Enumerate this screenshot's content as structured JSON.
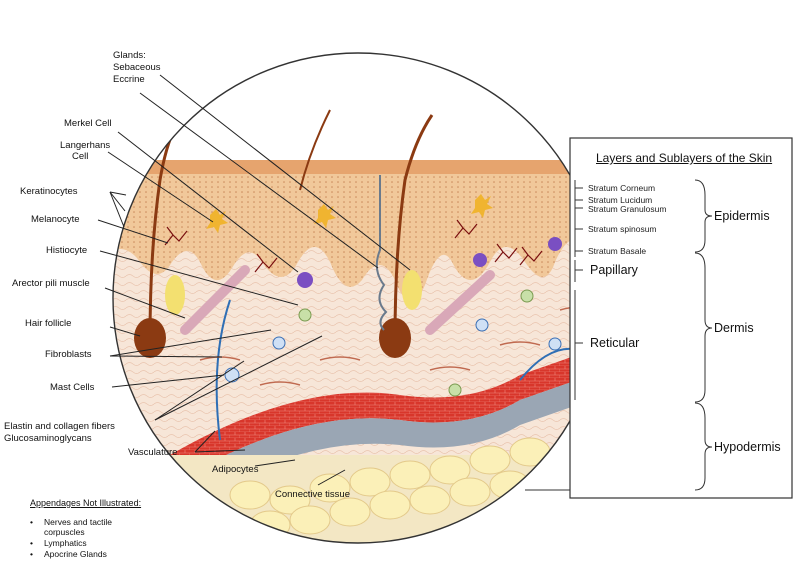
{
  "left_labels": {
    "glands": [
      "Glands:",
      "Sebaceous",
      "Eccrine"
    ],
    "merkel": "Merkel Cell",
    "langerhans": [
      "Langerhans",
      "Cell"
    ],
    "keratinocytes": "Keratinocytes",
    "melanocyte": "Melanocyte",
    "histiocyte": "Histiocyte",
    "arrector": "Arector pili muscle",
    "hair_follicle": "Hair follicle",
    "fibroblasts": "Fibroblasts",
    "mast_cells": "Mast Cells",
    "elastin": [
      "Elastin and collagen fibers",
      "Glucosaminoglycans"
    ],
    "vasculature": "Vasculature",
    "adipocytes": "Adipocytes",
    "connective": "Connective tissue"
  },
  "appendages": {
    "title": "Appendages Not Illustrated:",
    "items": [
      [
        "Nerves and tactile",
        "corpuscles"
      ],
      [
        "Lymphatics"
      ],
      [
        "Apocrine Glands"
      ]
    ]
  },
  "layers_panel": {
    "title": "Layers and Sublayers of the Skin",
    "epidermis_sublayers": [
      "Stratum Corneum",
      "Stratum Lucidum",
      "Stratum Granulosum",
      "Stratum spinosum",
      "Stratum Basale"
    ],
    "dermis_sublayers": [
      "Papillary",
      "Reticular"
    ],
    "layers": [
      "Epidermis",
      "Dermis",
      "Hypodermis"
    ]
  },
  "colors": {
    "epidermis": "#f1c89a",
    "dermis": "#f7e6d8",
    "hair": "#8b3a12",
    "artery": "#d8362b",
    "vein": "#9aa6b4",
    "fat": "#fbf0b8"
  }
}
